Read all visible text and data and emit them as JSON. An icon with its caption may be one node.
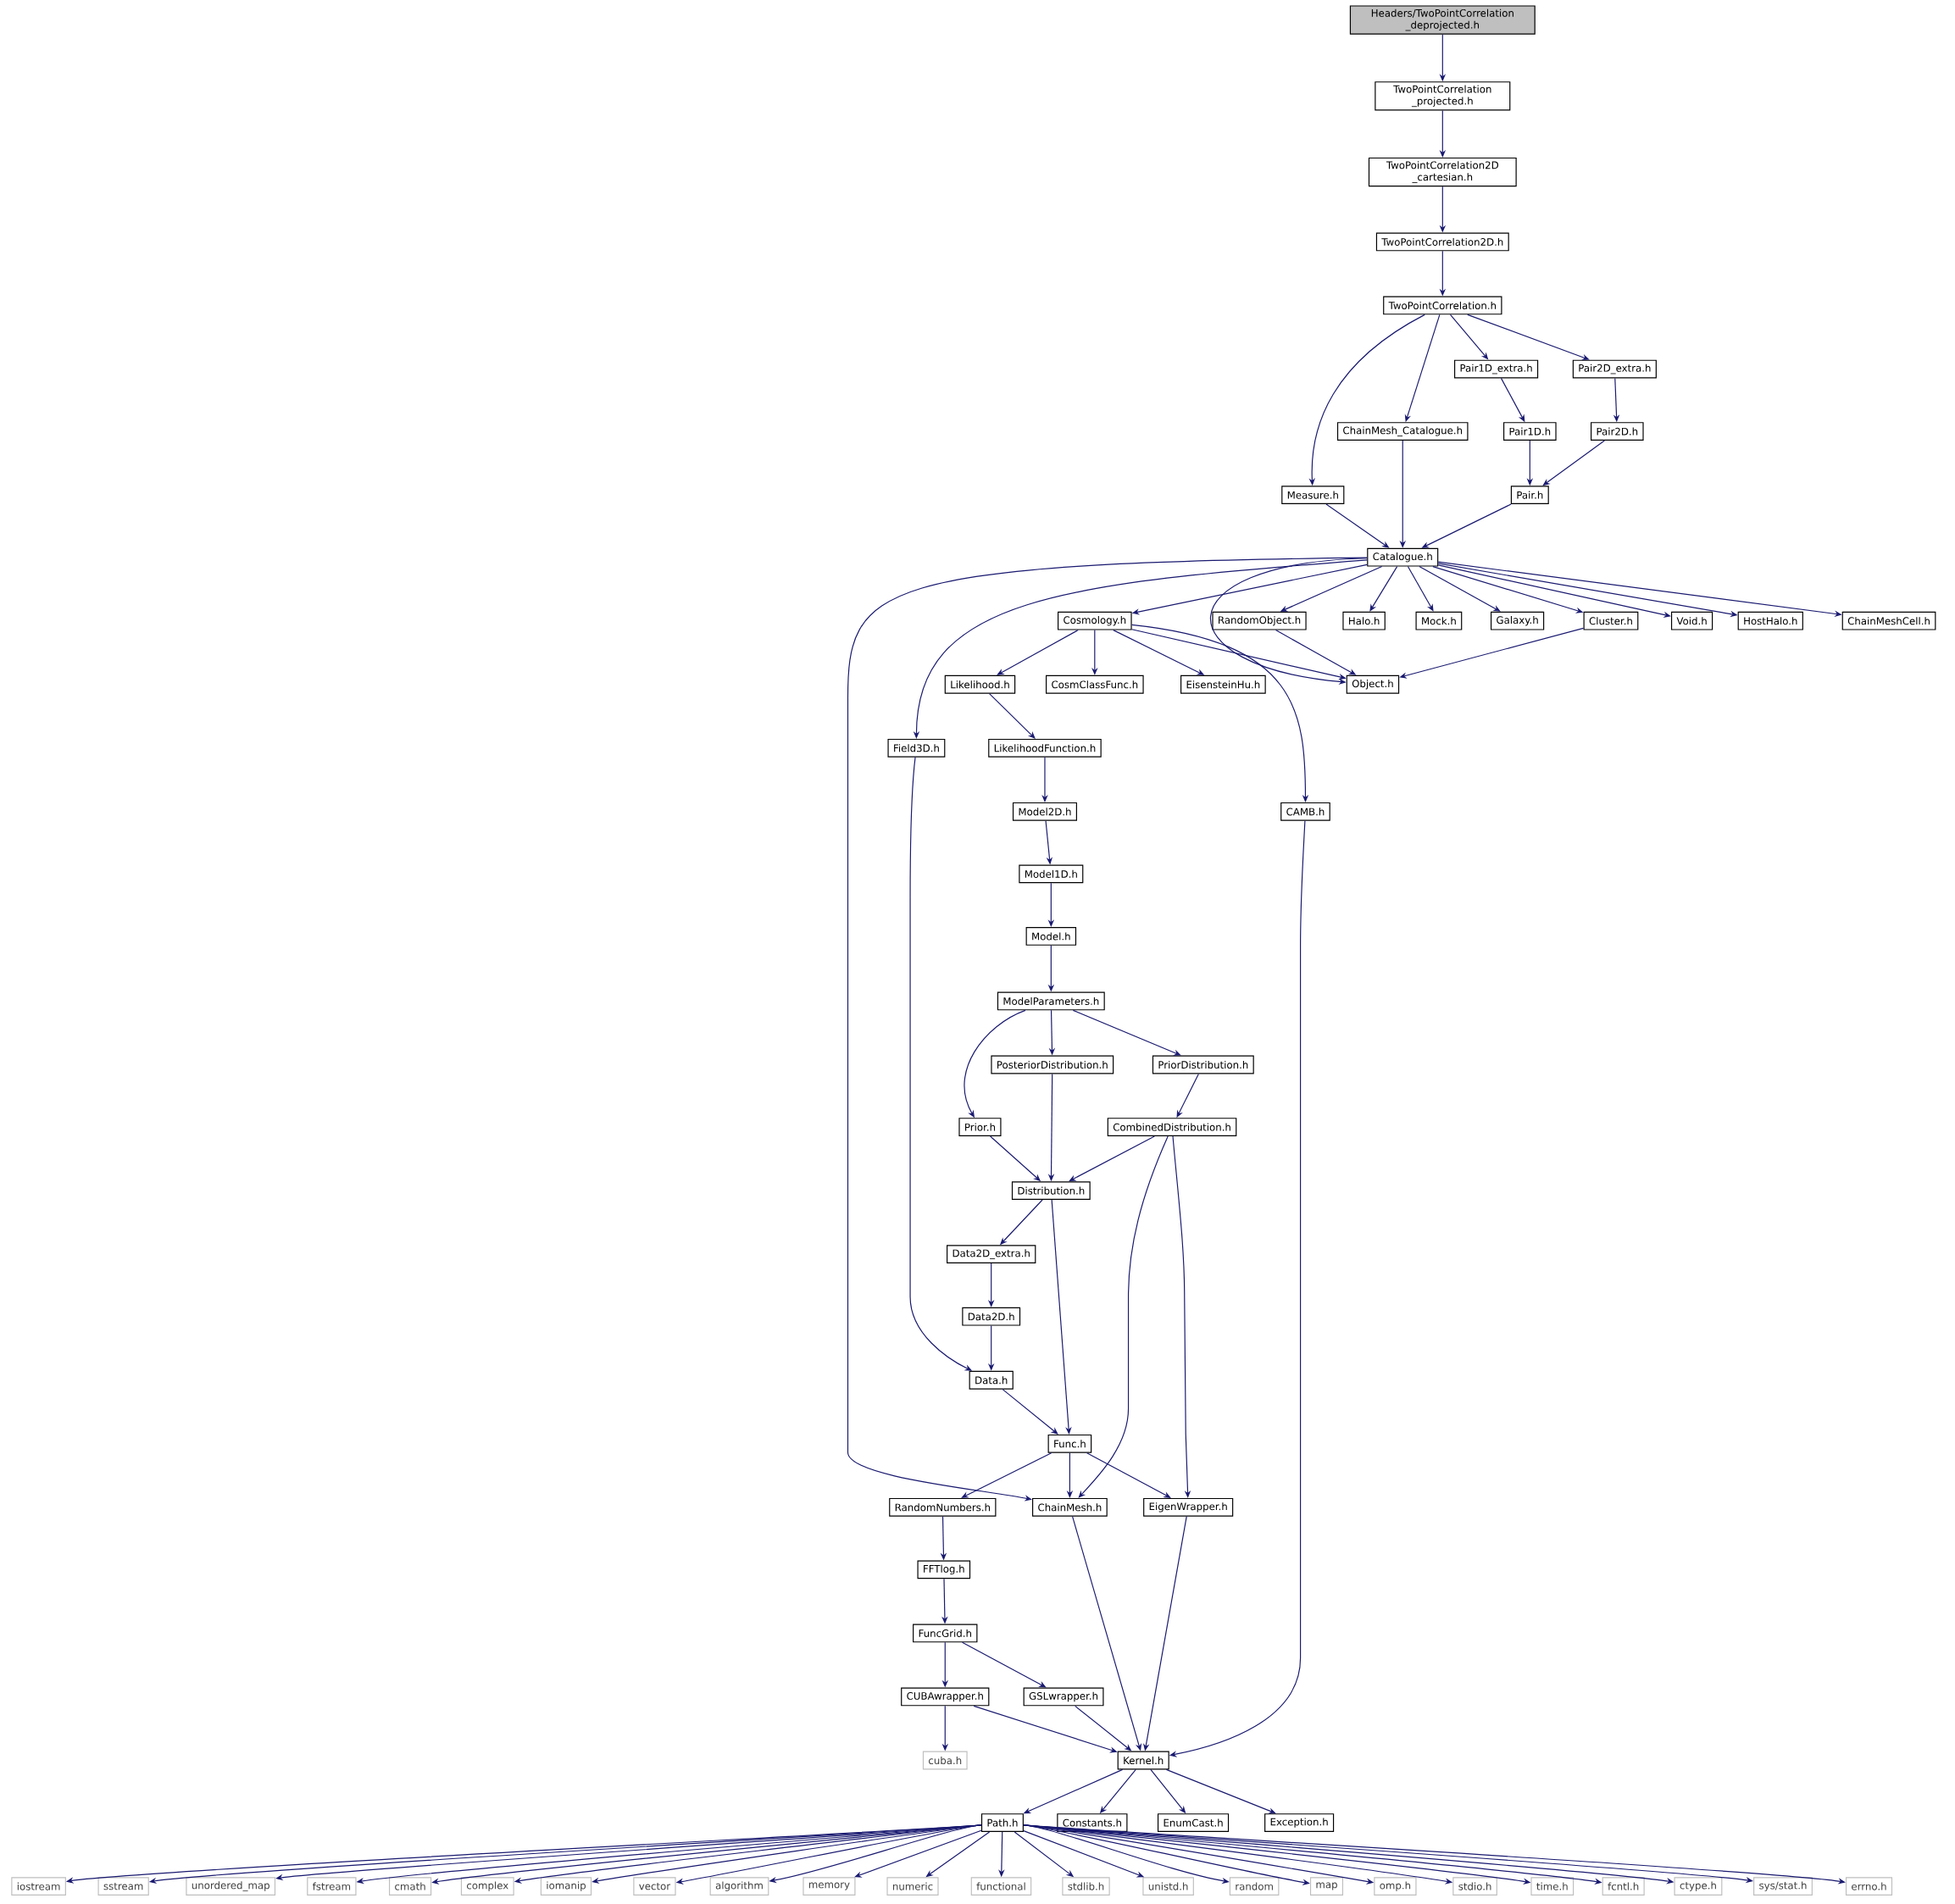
{
  "diagram": {
    "nodes": [
      {
        "text": [
          "Headers/TwoPointCorrelation _deprojected.h"
        ]
      },
      {
        "text": [
          "TwoPointCorrelation _projected.h"
        ]
      },
      {
        "text": [
          "TwoPointCorrelation2D _cartesian.h"
        ]
      },
      {
        "text": [
          "TwoPointCorrelation2D.h"
        ]
      },
      {
        "text": [
          "TwoPointCorrelation.h"
        ]
      },
      {
        "text": [
          "Measure.h"
        ]
      },
      {
        "text": [
          "ChainMesh_Catalogue.h"
        ]
      },
      {
        "text": [
          "Pair1D_extra.h"
        ]
      },
      {
        "text": [
          "Pair2D_extra.h"
        ]
      },
      {
        "text": [
          "Pair1D.h"
        ]
      },
      {
        "text": [
          "Pair2D.h"
        ]
      },
      {
        "text": [
          "Pair.h"
        ]
      },
      {
        "text": [
          "Catalogue.h"
        ]
      },
      {
        "text": [
          "Cosmology.h"
        ]
      },
      {
        "text": [
          "RandomObject.h"
        ]
      },
      {
        "text": [
          "Halo.h"
        ]
      },
      {
        "text": [
          "Mock.h"
        ]
      },
      {
        "text": [
          "Galaxy.h"
        ]
      },
      {
        "text": [
          "Cluster.h"
        ]
      },
      {
        "text": [
          "Void.h"
        ]
      },
      {
        "text": [
          "HostHalo.h"
        ]
      },
      {
        "text": [
          "ChainMeshCell.h"
        ]
      },
      {
        "text": [
          "Likelihood.h"
        ]
      },
      {
        "text": [
          "CosmClassFunc.h"
        ]
      },
      {
        "text": [
          "EisensteinHu.h"
        ]
      },
      {
        "text": [
          "Object.h"
        ]
      },
      {
        "text": [
          "Field3D.h"
        ]
      },
      {
        "text": [
          "LikelihoodFunction.h"
        ]
      },
      {
        "text": [
          "CAMB.h"
        ]
      },
      {
        "text": [
          "Model2D.h"
        ]
      },
      {
        "text": [
          "Model1D.h"
        ]
      },
      {
        "text": [
          "Model.h"
        ]
      },
      {
        "text": [
          "ModelParameters.h"
        ]
      },
      {
        "text": [
          "PosteriorDistribution.h"
        ]
      },
      {
        "text": [
          "PriorDistribution.h"
        ]
      },
      {
        "text": [
          "Prior.h"
        ]
      },
      {
        "text": [
          "CombinedDistribution.h"
        ]
      },
      {
        "text": [
          "Distribution.h"
        ]
      },
      {
        "text": [
          "Data2D_extra.h"
        ]
      },
      {
        "text": [
          "Data2D.h"
        ]
      },
      {
        "text": [
          "Data.h"
        ]
      },
      {
        "text": [
          "Func.h"
        ]
      },
      {
        "text": [
          "RandomNumbers.h"
        ]
      },
      {
        "text": [
          "ChainMesh.h"
        ]
      },
      {
        "text": [
          "EigenWrapper.h"
        ]
      },
      {
        "text": [
          "FFTlog.h"
        ]
      },
      {
        "text": [
          "FuncGrid.h"
        ]
      },
      {
        "text": [
          "CUBAwrapper.h"
        ]
      },
      {
        "text": [
          "GSLwrapper.h"
        ]
      },
      {
        "text": [
          "cuba.h"
        ]
      },
      {
        "text": [
          "Kernel.h"
        ]
      },
      {
        "text": [
          "Path.h"
        ]
      },
      {
        "text": [
          "Constants.h"
        ]
      },
      {
        "text": [
          "EnumCast.h"
        ]
      },
      {
        "text": [
          "Exception.h"
        ]
      },
      {
        "text": [
          "iostream"
        ]
      },
      {
        "text": [
          "sstream"
        ]
      },
      {
        "text": [
          "unordered_map"
        ]
      },
      {
        "text": [
          "fstream"
        ]
      },
      {
        "text": [
          "cmath"
        ]
      },
      {
        "text": [
          "complex"
        ]
      },
      {
        "text": [
          "iomanip"
        ]
      },
      {
        "text": [
          "vector"
        ]
      },
      {
        "text": [
          "algorithm"
        ]
      },
      {
        "text": [
          "memory"
        ]
      },
      {
        "text": [
          "numeric"
        ]
      },
      {
        "text": [
          "functional"
        ]
      },
      {
        "text": [
          "stdlib.h"
        ]
      },
      {
        "text": [
          "unistd.h"
        ]
      },
      {
        "text": [
          "random"
        ]
      },
      {
        "text": [
          "map"
        ]
      },
      {
        "text": [
          "omp.h"
        ]
      },
      {
        "text": [
          "stdio.h"
        ]
      },
      {
        "text": [
          "time.h"
        ]
      },
      {
        "text": [
          "fcntl.h"
        ]
      },
      {
        "text": [
          "ctype.h"
        ]
      },
      {
        "text": [
          "sys/stat.h"
        ]
      },
      {
        "text": [
          "errno.h"
        ]
      }
    ],
    "edges": [
      {
        "from": 0,
        "to": 1,
        "arrow": "to"
      },
      {
        "from": 1,
        "to": 2,
        "arrow": "to"
      },
      {
        "from": 2,
        "to": 3,
        "arrow": "to"
      },
      {
        "from": 3,
        "to": 4,
        "arrow": "to"
      },
      {
        "from": 4,
        "to": 5,
        "arrow": "to"
      },
      {
        "from": 4,
        "to": 6,
        "arrow": "to"
      },
      {
        "from": 4,
        "to": 7,
        "arrow": "to"
      },
      {
        "from": 4,
        "to": 8,
        "arrow": "to"
      },
      {
        "from": 7,
        "to": 9,
        "arrow": "to"
      },
      {
        "from": 8,
        "to": 10,
        "arrow": "to"
      },
      {
        "from": 9,
        "to": 11,
        "arrow": "to"
      },
      {
        "from": 10,
        "to": 11,
        "arrow": "to"
      },
      {
        "from": 5,
        "to": 12,
        "arrow": "to"
      },
      {
        "from": 6,
        "to": 12,
        "arrow": "to"
      },
      {
        "from": 11,
        "to": 12,
        "arrow": "to"
      },
      {
        "from": 12,
        "to": 43,
        "arrow": "to"
      },
      {
        "from": 12,
        "to": 26,
        "arrow": "to"
      },
      {
        "from": 12,
        "to": 13,
        "arrow": "to"
      },
      {
        "from": 12,
        "to": 25,
        "arrow": "to"
      },
      {
        "from": 12,
        "to": 14,
        "arrow": "to"
      },
      {
        "from": 12,
        "to": 15,
        "arrow": "to"
      },
      {
        "from": 12,
        "to": 16,
        "arrow": "to"
      },
      {
        "from": 12,
        "to": 17,
        "arrow": "to"
      },
      {
        "from": 12,
        "to": 18,
        "arrow": "to"
      },
      {
        "from": 12,
        "to": 19,
        "arrow": "to"
      },
      {
        "from": 12,
        "to": 20,
        "arrow": "to"
      },
      {
        "from": 12,
        "to": 21,
        "arrow": "to"
      },
      {
        "from": 13,
        "to": 22,
        "arrow": "to"
      },
      {
        "from": 13,
        "to": 23,
        "arrow": "to"
      },
      {
        "from": 13,
        "to": 24,
        "arrow": "to"
      },
      {
        "from": 13,
        "to": 25,
        "arrow": "to"
      },
      {
        "from": 13,
        "to": 28,
        "arrow": "to"
      },
      {
        "from": 14,
        "to": 25,
        "arrow": "to"
      },
      {
        "from": 18,
        "to": 25,
        "arrow": "to"
      },
      {
        "from": 22,
        "to": 27,
        "arrow": "to"
      },
      {
        "from": 27,
        "to": 29,
        "arrow": "to"
      },
      {
        "from": 29,
        "to": 30,
        "arrow": "to"
      },
      {
        "from": 30,
        "to": 31,
        "arrow": "to"
      },
      {
        "from": 31,
        "to": 32,
        "arrow": "to"
      },
      {
        "from": 32,
        "to": 35,
        "arrow": "to"
      },
      {
        "from": 32,
        "to": 33,
        "arrow": "to"
      },
      {
        "from": 32,
        "to": 34,
        "arrow": "to"
      },
      {
        "from": 34,
        "to": 36,
        "arrow": "to"
      },
      {
        "from": 35,
        "to": 37,
        "arrow": "to"
      },
      {
        "from": 33,
        "to": 37,
        "arrow": "to"
      },
      {
        "from": 36,
        "to": 37,
        "arrow": "to"
      },
      {
        "from": 36,
        "to": 43,
        "arrow": "to"
      },
      {
        "from": 36,
        "to": 44,
        "arrow": "to"
      },
      {
        "from": 37,
        "to": 38,
        "arrow": "to"
      },
      {
        "from": 37,
        "to": 41,
        "arrow": "to"
      },
      {
        "from": 38,
        "to": 39,
        "arrow": "to"
      },
      {
        "from": 39,
        "to": 40,
        "arrow": "to"
      },
      {
        "from": 26,
        "to": 40,
        "arrow": "to"
      },
      {
        "from": 40,
        "to": 41,
        "arrow": "to"
      },
      {
        "from": 41,
        "to": 42,
        "arrow": "to"
      },
      {
        "from": 41,
        "to": 43,
        "arrow": "to"
      },
      {
        "from": 41,
        "to": 44,
        "arrow": "to"
      },
      {
        "from": 42,
        "to": 45,
        "arrow": "to"
      },
      {
        "from": 45,
        "to": 46,
        "arrow": "to"
      },
      {
        "from": 46,
        "to": 47,
        "arrow": "to"
      },
      {
        "from": 46,
        "to": 48,
        "arrow": "to"
      },
      {
        "from": 47,
        "to": 49,
        "arrow": "to"
      },
      {
        "from": 47,
        "to": 50,
        "arrow": "to"
      },
      {
        "from": 48,
        "to": 50,
        "arrow": "to"
      },
      {
        "from": 43,
        "to": 50,
        "arrow": "to"
      },
      {
        "from": 44,
        "to": 50,
        "arrow": "to"
      },
      {
        "from": 28,
        "to": 50,
        "arrow": "to"
      },
      {
        "from": 50,
        "to": 51,
        "arrow": "to"
      },
      {
        "from": 50,
        "to": 52,
        "arrow": "to"
      },
      {
        "from": 50,
        "to": 53,
        "arrow": "to"
      },
      {
        "from": 50,
        "to": 54,
        "arrow": "to"
      },
      {
        "from": 51,
        "to": 55,
        "arrow": "to"
      },
      {
        "from": 51,
        "to": 56,
        "arrow": "to"
      },
      {
        "from": 51,
        "to": 57,
        "arrow": "to"
      },
      {
        "from": 51,
        "to": 58,
        "arrow": "to"
      },
      {
        "from": 51,
        "to": 59,
        "arrow": "to"
      },
      {
        "from": 51,
        "to": 60,
        "arrow": "to"
      },
      {
        "from": 51,
        "to": 61,
        "arrow": "to"
      },
      {
        "from": 51,
        "to": 62,
        "arrow": "to"
      },
      {
        "from": 51,
        "to": 63,
        "arrow": "to"
      },
      {
        "from": 51,
        "to": 64,
        "arrow": "to"
      },
      {
        "from": 51,
        "to": 65,
        "arrow": "to"
      },
      {
        "from": 51,
        "to": 66,
        "arrow": "to"
      },
      {
        "from": 51,
        "to": 67,
        "arrow": "to"
      },
      {
        "from": 51,
        "to": 68,
        "arrow": "to"
      },
      {
        "from": 51,
        "to": 69,
        "arrow": "to"
      },
      {
        "from": 51,
        "to": 70,
        "arrow": "to"
      },
      {
        "from": 51,
        "to": 71,
        "arrow": "to"
      },
      {
        "from": 51,
        "to": 72,
        "arrow": "to"
      },
      {
        "from": 51,
        "to": 73,
        "arrow": "to"
      },
      {
        "from": 51,
        "to": 74,
        "arrow": "to"
      },
      {
        "from": 51,
        "to": 75,
        "arrow": "to"
      },
      {
        "from": 51,
        "to": 76,
        "arrow": "to"
      },
      {
        "from": 51,
        "to": 77,
        "arrow": "to"
      }
    ]
  }
}
